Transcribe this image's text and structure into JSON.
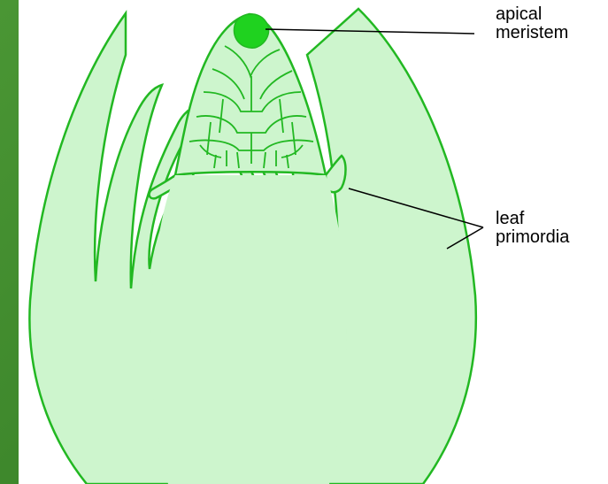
{
  "diagram": {
    "labels": {
      "apical_meristem": [
        "apical",
        "meristem"
      ],
      "leaf_primordia": [
        "leaf",
        "primordia"
      ]
    },
    "colors": {
      "background_frame": "#3f8a2c",
      "panel": "#ffffff",
      "tissue_fill": "#cdf5cd",
      "tissue_outline": "#22b822",
      "meristem_fill": "#1fd21f",
      "leader_line": "#000000"
    }
  }
}
